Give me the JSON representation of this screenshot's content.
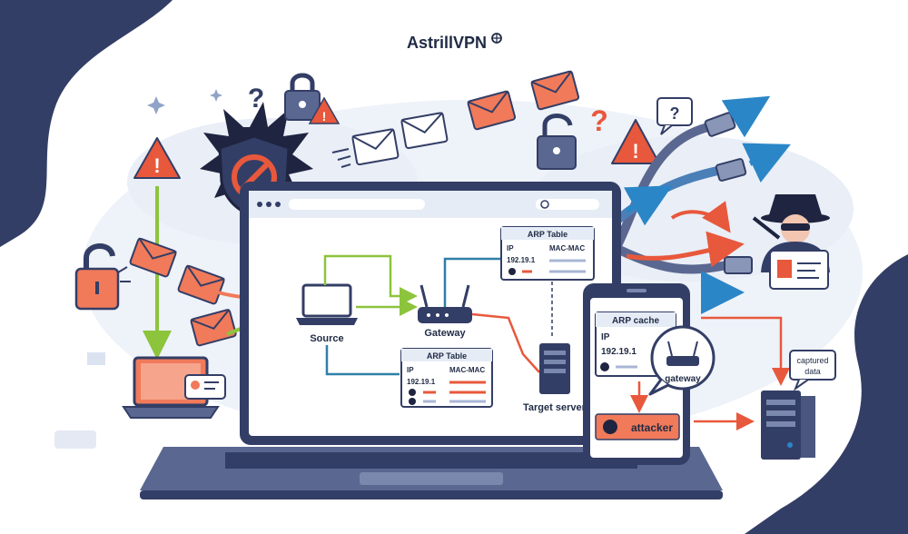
{
  "brand": {
    "name": "AstrillVPN"
  },
  "colors": {
    "navy": "#333e66",
    "accent_orange": "#e8583c",
    "envelope_orange": "#f07a5a",
    "green_line": "#8cc43c",
    "teal_line": "#2f7fa8",
    "blue_arrow": "#2b86c7",
    "pale_blue": "#e6ecf6"
  },
  "diagram": {
    "source_label": "Source",
    "gateway_label": "Gateway",
    "target_label": "Target server",
    "arp_table_top": {
      "title": "ARP Table",
      "col_ip": "IP",
      "col_mac": "MAC-MAC",
      "row_ip": "192.19.1"
    },
    "arp_table_bottom": {
      "title": "ARP Table",
      "col_ip": "IP",
      "col_mac": "MAC-MAC",
      "row_ip": "192.19.1"
    },
    "arp_cache": {
      "title": "ARP cache",
      "col_ip": "IP",
      "row_ip": "192.19.1"
    },
    "bubble_gateway": "gateway",
    "attacker_label": "attacker",
    "captured_line1": "captured",
    "captured_line2": "data",
    "question_mark": "?",
    "warning_mark": "!"
  }
}
